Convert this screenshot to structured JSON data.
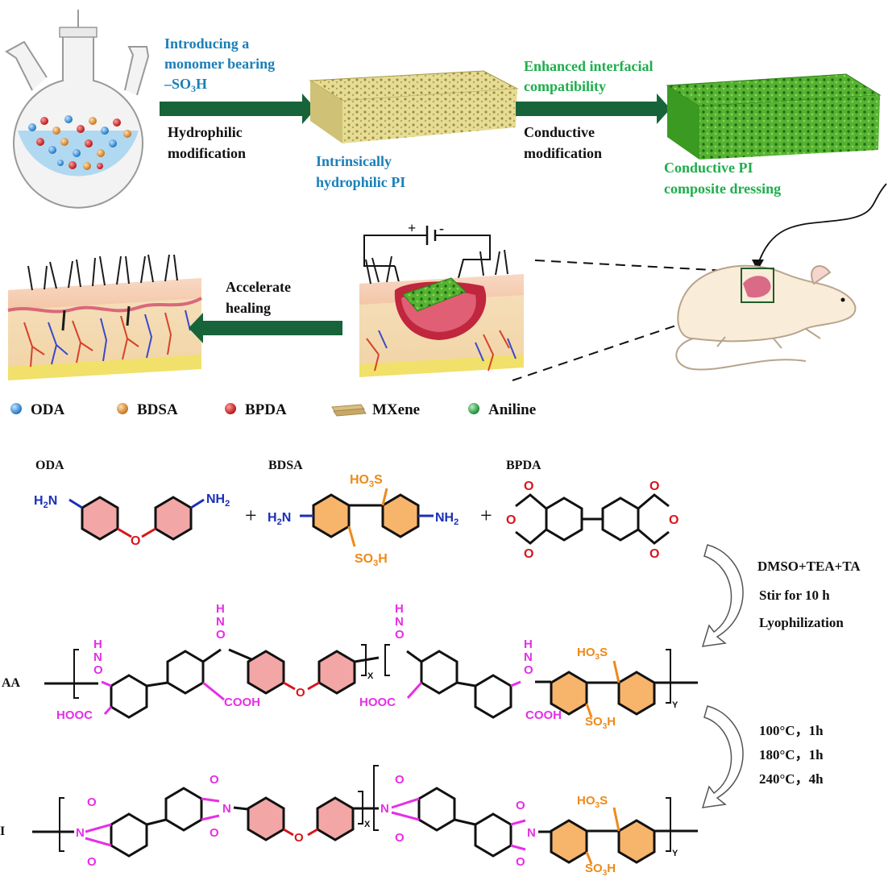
{
  "colors": {
    "blue_text": "#1a7fb8",
    "green_text": "#1fae4c",
    "arrow_green": "#17643a",
    "black": "#111111",
    "amine_blue": "#1b2fb8",
    "oxygen_red": "#d8141b",
    "sulfonic_orange": "#ee8a1a",
    "magenta": "#e62fe6",
    "ring_pink": "#f2a6a6",
    "ring_orange": "#f7b46b"
  },
  "process": {
    "step1_title_line1": "Introducing a",
    "step1_title_line2": "monomer bearing",
    "step1_title_line3": "–SO",
    "step1_title_sub": "3",
    "step1_title_end": "H",
    "step1_label_line1": "Hydrophilic",
    "step1_label_line2": "modification",
    "material1_line1": "Intrinsically",
    "material1_line2": "hydrophilic PI",
    "step2_title_line1": "Enhanced interfacial",
    "step2_title_line2": "compatibility",
    "step2_label_line1": "Conductive",
    "step2_label_line2": "modification",
    "material2_line1": "Conductive PI",
    "material2_line2": "composite dressing",
    "battery_plus": "+",
    "battery_minus": "-",
    "heal_line1": "Accelerate",
    "heal_line2": "healing"
  },
  "legend": [
    {
      "label": "ODA",
      "icon": "blue-sphere-icon",
      "color": "#2b8fd6"
    },
    {
      "label": "BDSA",
      "icon": "orange-sphere-icon",
      "color": "#e59a3c"
    },
    {
      "label": "BPDA",
      "icon": "red-sphere-icon",
      "color": "#d42525"
    },
    {
      "label": "MXene",
      "icon": "mxene-flake-icon",
      "color": "#c9a866"
    },
    {
      "label": "Aniline",
      "icon": "green-sphere-icon",
      "color": "#2aa84a"
    }
  ],
  "chemistry": {
    "oda_name": "ODA",
    "bdsa_name": "BDSA",
    "bpda_name": "BPDA",
    "h2n": "H",
    "h2n_sub": "2",
    "h2n_end": "N",
    "nh2": "NH",
    "nh2_sub": "2",
    "ho3s": "HO",
    "ho3s_sub": "3",
    "ho3s_end": "S",
    "so3h": "SO",
    "so3h_sub": "3",
    "so3h_end": "H",
    "o": "O",
    "plus": "+",
    "cooh": "COOH",
    "hooc": "HOOC",
    "h": "H",
    "n": "N",
    "x": "X",
    "y": "Y",
    "paa_label": "AA",
    "pi_label": "I"
  },
  "conditions": {
    "cond1_line1": "DMSO+TEA+TA",
    "cond1_line2": "Stir for 10 h",
    "cond1_line3": "Lyophilization",
    "cond2_line1": "100°C，1h",
    "cond2_line2": "180°C，1h",
    "cond2_line3": "240°C，4h"
  }
}
